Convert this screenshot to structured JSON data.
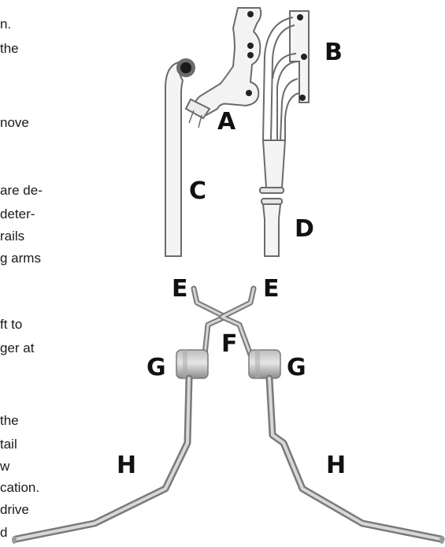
{
  "text_fragments": [
    "n.",
    "the",
    "nove",
    "are de-",
    "deter-",
    "rails",
    "g arms",
    "ft to",
    "ger at",
    "the",
    "tail",
    "w",
    "cation.",
    "drive",
    "d"
  ],
  "labels": {
    "a": "A",
    "b": "B",
    "c": "C",
    "d": "D",
    "e_left": "E",
    "e_right": "E",
    "f": "F",
    "g_left": "G",
    "g_right": "G",
    "h_left": "H",
    "h_right": "H"
  },
  "colors": {
    "line": "#6b6b6b",
    "pipe_fill": "#f4f4f4",
    "steel_dark": "#7d7d7d",
    "steel_light": "#d9d9d9",
    "label": "#111111"
  }
}
